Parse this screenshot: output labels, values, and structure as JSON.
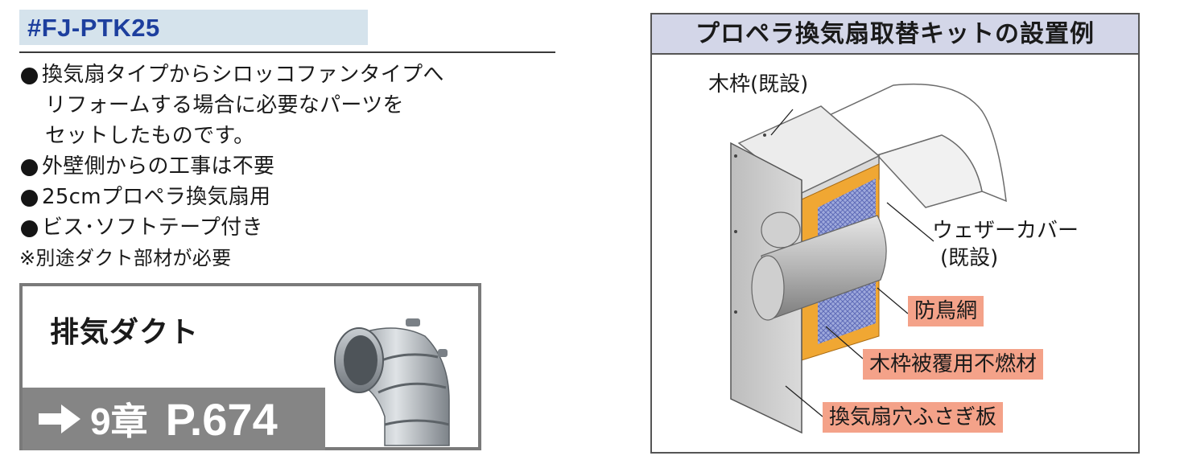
{
  "product": {
    "model": "#FJ-PTK25",
    "features": [
      {
        "kind": "bullet",
        "text": "換気扇タイプからシロッコファンタイプへ"
      },
      {
        "kind": "cont",
        "text": "リフォームする場合に必要なパーツを"
      },
      {
        "kind": "cont",
        "text": "セットしたものです。"
      },
      {
        "kind": "bullet",
        "text": "外壁側からの工事は不要"
      },
      {
        "kind": "bullet",
        "text": "25cmプロペラ換気扇用"
      },
      {
        "kind": "bullet",
        "text": "ビス･ソフトテープ付き"
      },
      {
        "kind": "note",
        "text": "※別途ダクト部材が必要"
      }
    ]
  },
  "duct_box": {
    "title": "排気ダクト",
    "chapter": "9章",
    "page": "P.674",
    "image_icon": "elbow-duct-photo"
  },
  "install": {
    "title": "プロペラ換気扇取替キットの設置例",
    "labels": {
      "wood_frame": "木枠(既設)",
      "weather_cover_line1": "ウェザーカバー",
      "weather_cover_line2": "(既設)",
      "bird_net": "防鳥網",
      "fireproof": "木枠被覆用不燃材",
      "hole_plate": "換気扇穴ふさぎ板"
    },
    "colors": {
      "highlight": "#f4a289",
      "header_bg": "#d3d6e8",
      "model_bg": "#d5e3ec",
      "model_text": "#1d3f9e",
      "ref_bar": "#858585"
    }
  }
}
